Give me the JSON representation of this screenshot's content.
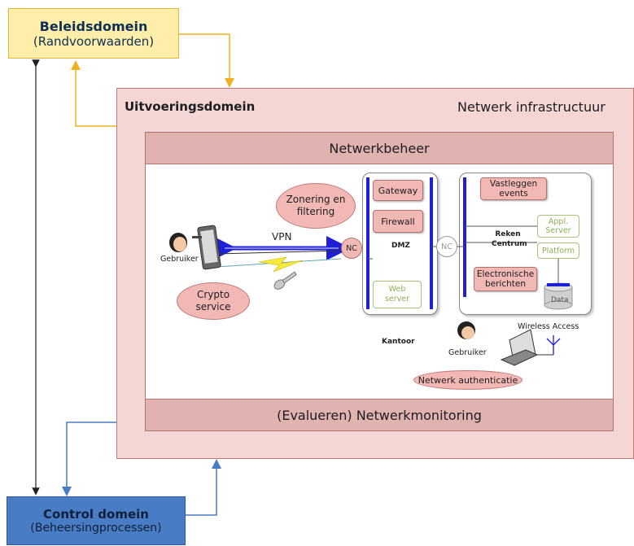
{
  "policy": {
    "title": "Beleidsdomein",
    "subtitle": "(Randvoorwaarden)"
  },
  "control": {
    "title": "Control domein",
    "subtitle": "(Beheersingprocessen)"
  },
  "execution": {
    "title": "Uitvoeringsdomein",
    "infrastructure_label": "Netwerk infrastructuur",
    "management_bar": "Netwerkbeheer",
    "monitoring_bar": "(Evalueren) Netwerkmonitoring"
  },
  "network": {
    "zoning_ellipse": "Zonering en filtering",
    "crypto_ellipse": "Crypto service",
    "auth_ellipse": "Netwerk authenticatie",
    "vpn_label": "VPN",
    "user_label_left": "Gebruiker",
    "user_label_right": "Gebruiker",
    "wireless_label": "Wireless Access",
    "office_label": "Kantoor",
    "nc_left": "NC",
    "nc_right": "NC",
    "dmz": {
      "label": "DMZ",
      "gateway": "Gateway",
      "firewall": "Firewall",
      "web_server": "Web server"
    },
    "datacenter": {
      "label": "Reken Centrum",
      "log_events": "Vastleggen events",
      "app_server": "Appl. Server",
      "platform": "Platform",
      "electronic_messages": "Electronische berichten",
      "data": "Data"
    }
  },
  "colors": {
    "policy_fill": "#ffeeaa",
    "control_fill": "#4a7cc6",
    "execution_fill": "#f4d7d5",
    "bar_fill": "#e0b2b0",
    "component_fill": "#f1b8b6",
    "bus_blue": "#1f1fd6",
    "policy_arrow": "#f0b020",
    "control_arrow": "#4a7cc6"
  }
}
